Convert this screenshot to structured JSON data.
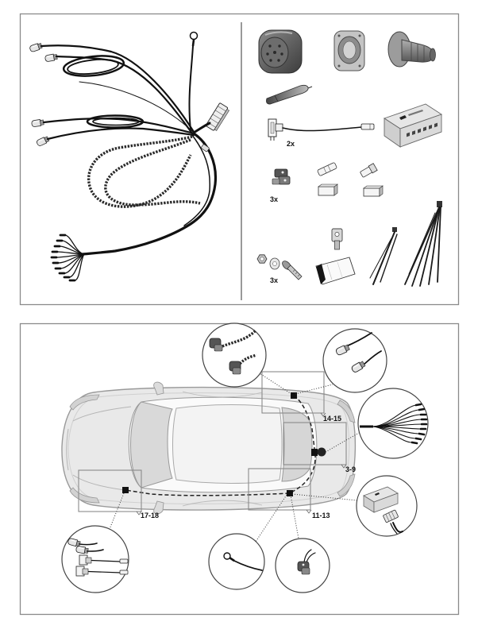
{
  "components_panel": {
    "fuse_wire_quantity": "2x",
    "connector_quantity": "3x",
    "bolt_quantity": "3x"
  },
  "installation_panel": {
    "callout_rear_upper": "14-15",
    "callout_rear_socket": "3-9",
    "callout_front": "17-18",
    "callout_rear_lower": "11-13"
  }
}
